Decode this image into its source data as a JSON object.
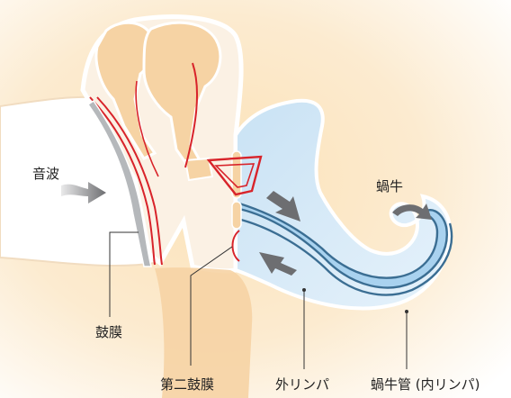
{
  "labels": {
    "sound_wave": "音波",
    "cochlea": "蝸牛",
    "eardrum": "鼓膜",
    "round_window": "第二鼓膜",
    "perilymph": "外リンパ",
    "cochlear_duct": "蝸牛管 (内リンパ)"
  },
  "colors": {
    "background_glow": "#fbe6c2",
    "bone": "#f6d3a4",
    "bone_outline": "#ffffff",
    "perilymph_fill": "#d7ebf8",
    "cochlear_duct_fill": "#a9d2ef",
    "duct_outline": "#3b6e93",
    "nerve_red": "#d8232a",
    "eardrum_grey": "#b5b8bb",
    "arrow_grey": "#6d6e71",
    "leader_line": "#333333"
  },
  "icons": [
    "wave-arrow-icon",
    "flow-arrow-icon",
    "curved-arrow-icon"
  ]
}
